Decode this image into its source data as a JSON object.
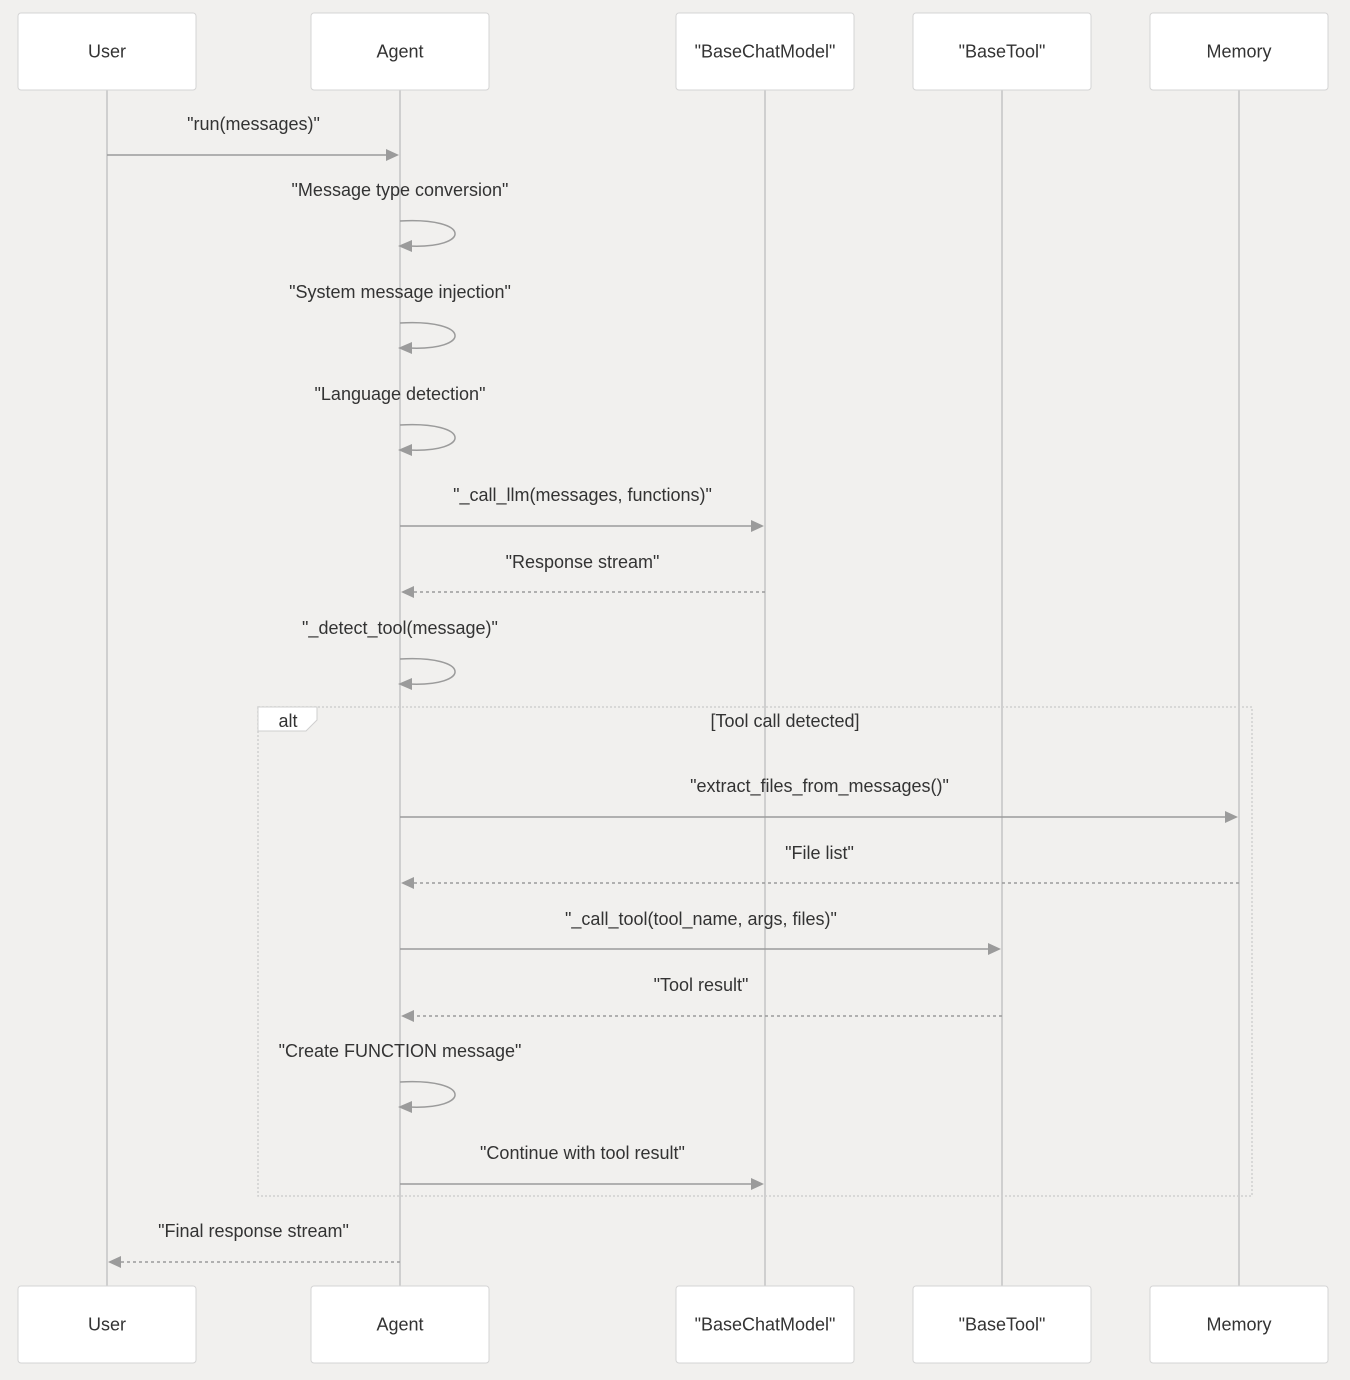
{
  "participants": [
    "User",
    "Agent",
    "\"BaseChatModel\"",
    "\"BaseTool\"",
    "Memory"
  ],
  "messages": [
    {
      "from": 0,
      "to": 1,
      "text": "\"run(messages)\"",
      "style": "solid"
    },
    {
      "from": 1,
      "to": 1,
      "text": "\"Message type conversion\"",
      "style": "self"
    },
    {
      "from": 1,
      "to": 1,
      "text": "\"System message injection\"",
      "style": "self"
    },
    {
      "from": 1,
      "to": 1,
      "text": "\"Language detection\"",
      "style": "self"
    },
    {
      "from": 1,
      "to": 2,
      "text": "\"_call_llm(messages, functions)\"",
      "style": "solid"
    },
    {
      "from": 2,
      "to": 1,
      "text": "\"Response stream\"",
      "style": "dashed"
    },
    {
      "from": 1,
      "to": 1,
      "text": "\"_detect_tool(message)\"",
      "style": "self"
    },
    {
      "from": 1,
      "to": 4,
      "text": "\"extract_files_from_messages()\"",
      "style": "solid"
    },
    {
      "from": 4,
      "to": 1,
      "text": "\"File list\"",
      "style": "dashed"
    },
    {
      "from": 1,
      "to": 3,
      "text": "\"_call_tool(tool_name, args, files)\"",
      "style": "solid"
    },
    {
      "from": 3,
      "to": 1,
      "text": "\"Tool result\"",
      "style": "dashed"
    },
    {
      "from": 1,
      "to": 1,
      "text": "\"Create FUNCTION message\"",
      "style": "self"
    },
    {
      "from": 1,
      "to": 2,
      "text": "\"Continue with tool result\"",
      "style": "solid"
    },
    {
      "from": 1,
      "to": 0,
      "text": "\"Final response stream\"",
      "style": "dashed"
    }
  ],
  "alt_block": {
    "keyword": "alt",
    "condition": "[Tool call detected]",
    "first_message": 7,
    "last_message": 12
  }
}
